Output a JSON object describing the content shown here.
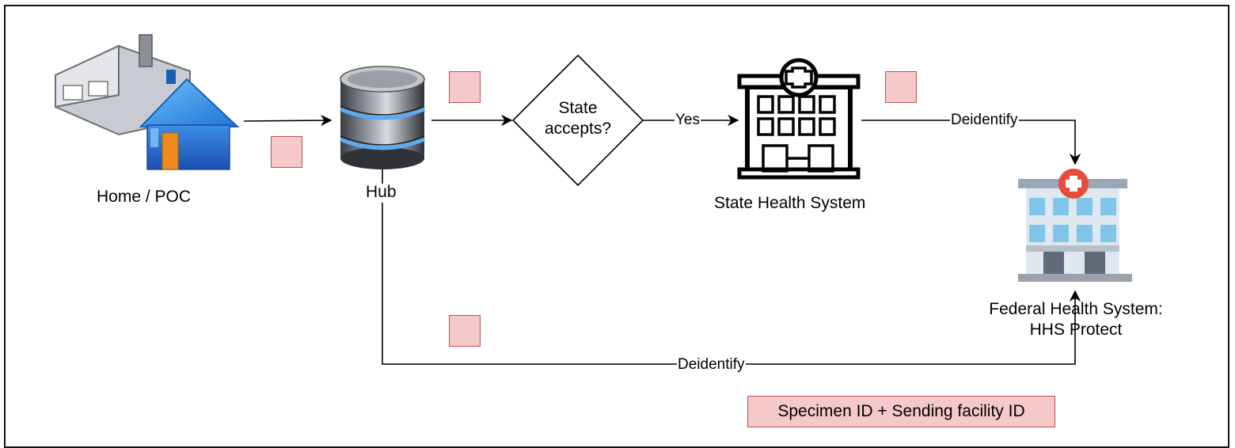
{
  "nodes": {
    "home": {
      "label": "Home / POC"
    },
    "hub": {
      "label": "Hub"
    },
    "decision": {
      "label_line1": "State",
      "label_line2": "accepts?"
    },
    "state": {
      "label": "State Health System"
    },
    "federal": {
      "label_line1": "Federal Health System:",
      "label_line2": "HHS Protect"
    }
  },
  "edges": {
    "decision_to_state": "Yes",
    "state_to_federal": "Deidentify",
    "hub_to_federal": "Deidentify"
  },
  "legend": {
    "label": "Specimen ID + Sending facility ID"
  },
  "colors": {
    "marker_fill": "#f5c9c9",
    "marker_border": "#b85450",
    "hospital_red": "#e84c3d",
    "house_blue": "#3b8fe0"
  }
}
